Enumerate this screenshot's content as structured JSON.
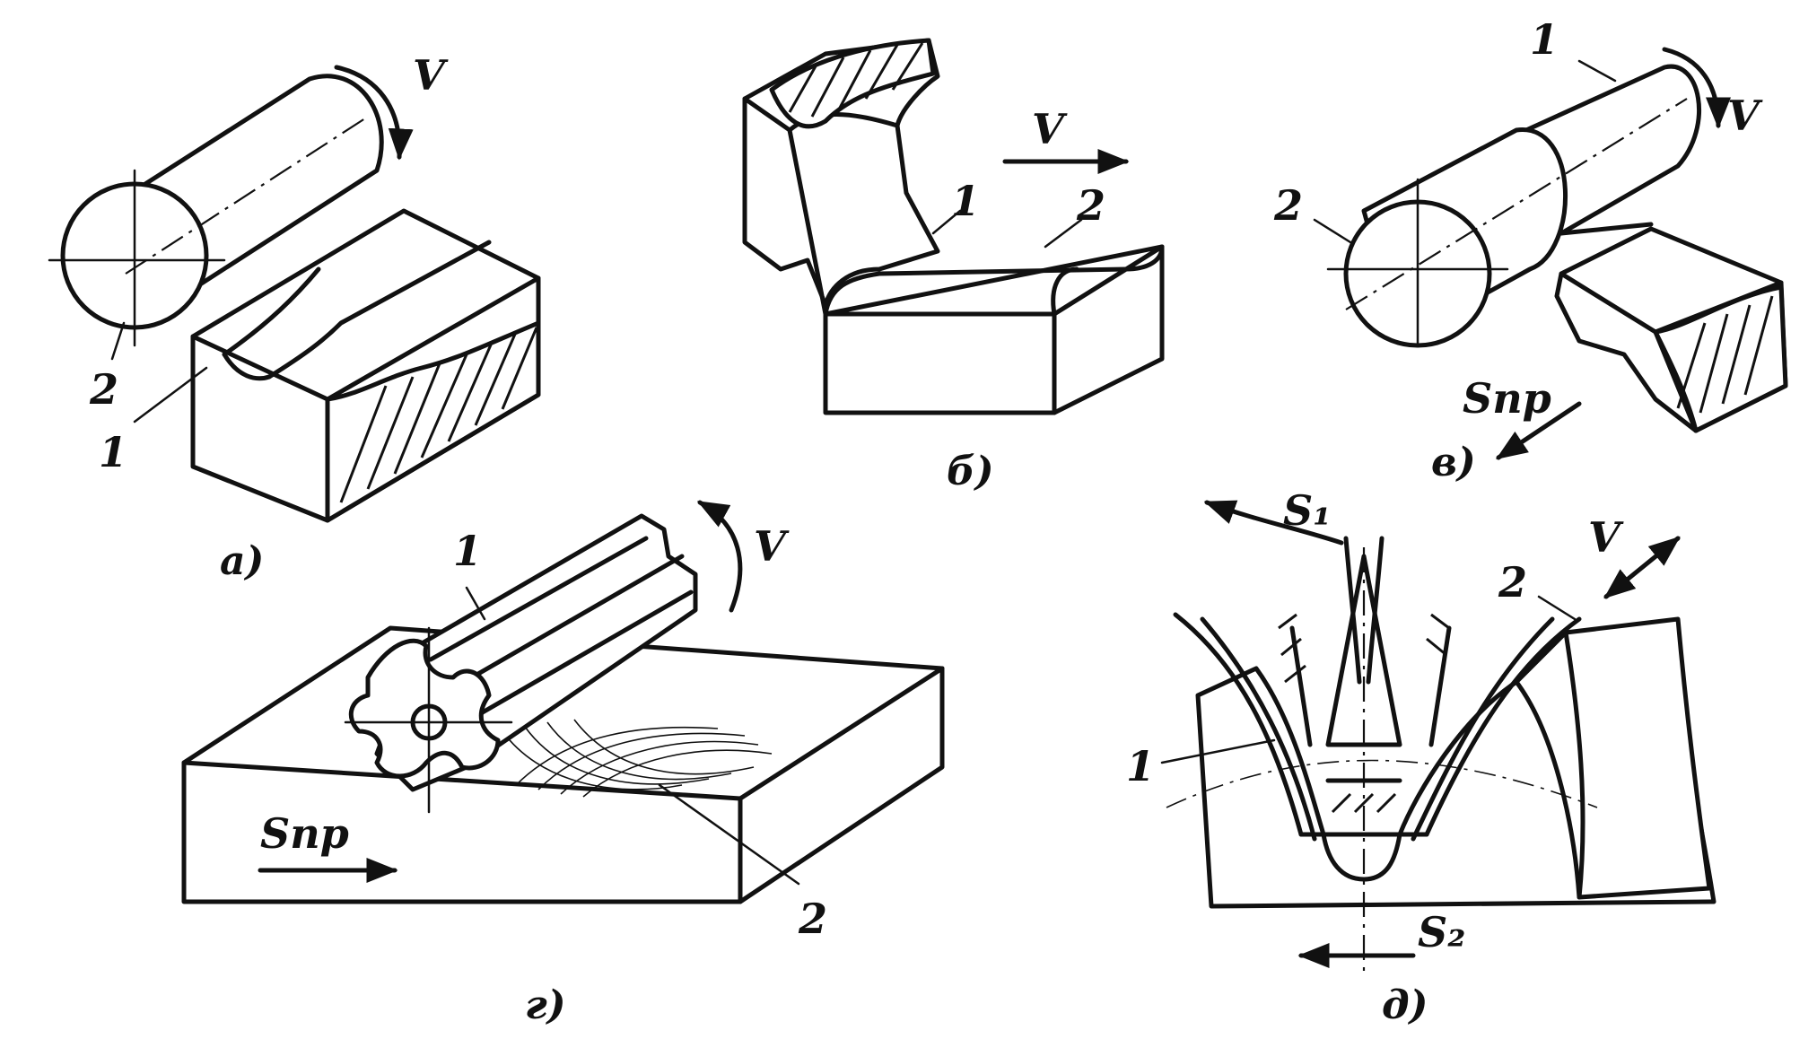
{
  "figure": {
    "panels": [
      {
        "id": "a",
        "caption": "a)",
        "labels": {
          "v": "V",
          "n1": "1",
          "n2": "2"
        }
      },
      {
        "id": "b",
        "caption": "б)",
        "labels": {
          "v": "V",
          "n1": "1",
          "n2": "2"
        }
      },
      {
        "id": "c",
        "caption": "в)",
        "labels": {
          "v": "V",
          "n1": "1",
          "n2": "2",
          "feed": "Sпр"
        }
      },
      {
        "id": "d",
        "caption": "г)",
        "labels": {
          "v": "V",
          "n1": "1",
          "n2": "2",
          "feed": "Sпр"
        }
      },
      {
        "id": "e",
        "caption": "д)",
        "labels": {
          "v": "V",
          "n1": "1",
          "n2": "2",
          "s1": "S₁",
          "s2": "S₂"
        }
      }
    ]
  }
}
